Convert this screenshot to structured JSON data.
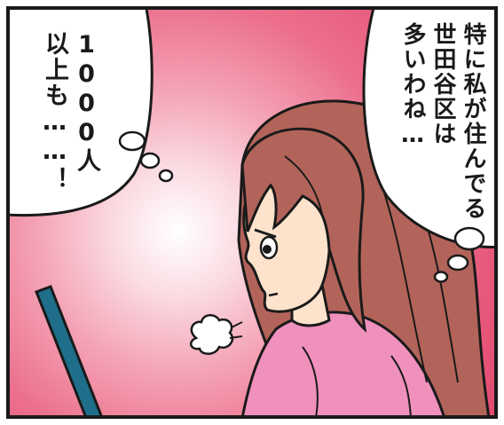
{
  "bubble_left": {
    "lines": [
      "1000人",
      "以上も……！"
    ]
  },
  "bubble_right": {
    "lines": [
      "特に私が住んでる",
      "世田谷区は",
      "多いわね…"
    ]
  },
  "colors": {
    "background_center": "#ffffff",
    "background_edge": "#e3486f",
    "hair": "#b3645a",
    "skin": "#fde3cc",
    "sweater": "#f090bc",
    "laptop": "#1f6f8b"
  },
  "icons": [
    "sigh-puff-icon",
    "thought-bubble-icon",
    "laptop"
  ]
}
